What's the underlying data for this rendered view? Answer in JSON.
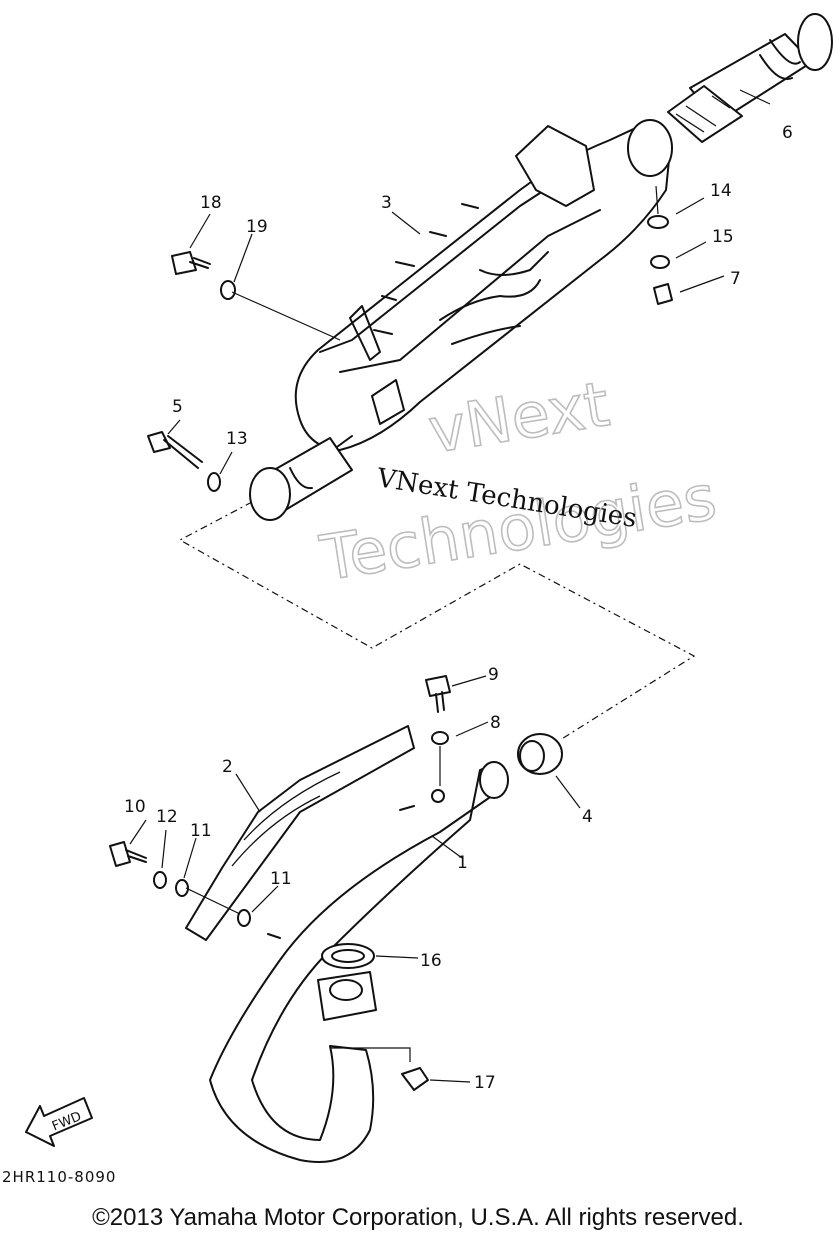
{
  "diagram": {
    "code": "2HR110-8090",
    "fwd_label": "FWD",
    "copyright": "©2013 Yamaha Motor Corporation, U.S.A. All rights reserved."
  },
  "watermark": {
    "line1": "vNext",
    "line2": "Technologies",
    "serif_text": "VNext Technologies"
  },
  "callouts": [
    "1",
    "2",
    "3",
    "4",
    "5",
    "6",
    "7",
    "8",
    "9",
    "10",
    "11",
    "11",
    "12",
    "13",
    "14",
    "15",
    "16",
    "17",
    "18",
    "19"
  ]
}
